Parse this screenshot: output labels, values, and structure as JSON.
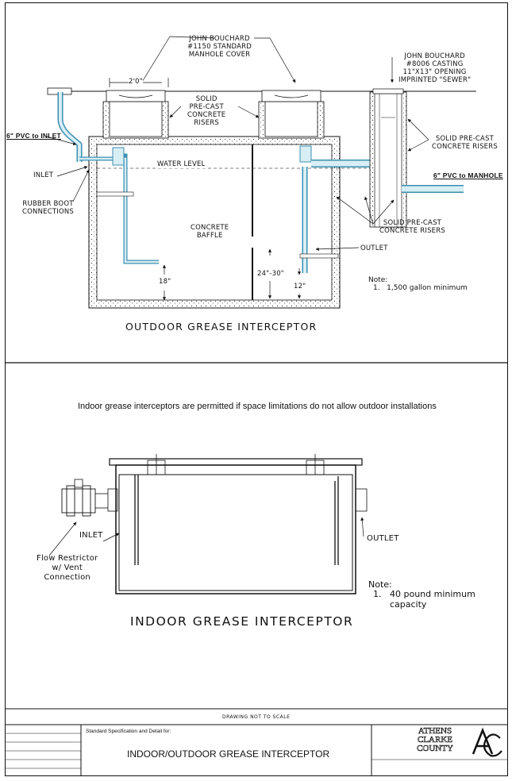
{
  "outdoor": {
    "manhole_cover_label": "JOHN BOUCHARD\n#1150 STANDARD\nMANHOLE COVER",
    "casting_label": "JOHN BOUCHARD\n#8006 CASTING\n11\"X13\" OPENING\nIMPRINTED \"SEWER\"",
    "width_dim": "2'0\"",
    "risers_center": "SOLID\nPRE-CAST\nCONCRETE\nRISERS",
    "risers_right": "SOLID PRE-CAST\nCONCRETE RISERS",
    "risers_bottom": "SOLID PRE-CAST\nCONCRETE RISERS",
    "pvc_inlet": "6\" PVC to INLET",
    "pvc_manhole": "6\" PVC to MANHOLE",
    "inlet": "INLET",
    "rubber_boot": "RUBBER BOOT\nCONNECTIONS",
    "water_level": "WATER LEVEL",
    "baffle": "CONCRETE\nBAFFLE",
    "outlet": "OUTLET",
    "dim_18": "18\"",
    "dim_24_30": "24\"-30\"",
    "dim_12": "12\"",
    "note_title": "Note:",
    "note_item": "1.   1,500 gallon minimum",
    "title": "OUTDOOR GREASE INTERCEPTOR"
  },
  "indoor": {
    "permit_text": "Indoor grease interceptors are permitted if space limitations do not allow outdoor installations",
    "inlet": "INLET",
    "outlet": "OUTLET",
    "flow_restrictor": "Flow Restrictor\nw/ Vent\nConnection",
    "note_title": "Note:",
    "note_item": "1.   40 pound minimum\n      capacity",
    "title": "INDOOR GREASE INTERCEPTOR"
  },
  "title_block": {
    "drawing_not_to_scale": "DRAWING NOT TO SCALE",
    "spec_label": "Standard Specification and Detail for:",
    "drawing_title": "INDOOR/OUTDOOR GREASE INTERCEPTOR",
    "agency_name": "ATHENS CLARKE COUNTY",
    "logo_letters": "AC"
  }
}
